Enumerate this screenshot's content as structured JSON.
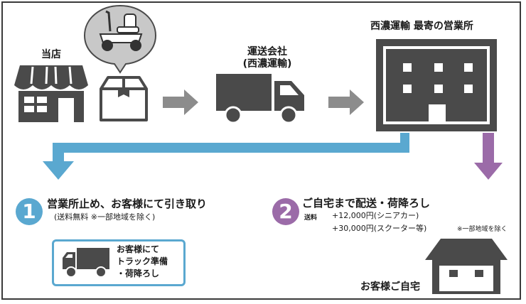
{
  "labels": {
    "store": "当店",
    "carrier_line1": "運送会社",
    "carrier_line2": "(西濃運輸)",
    "depot": "西濃運輸 最寄の営業所",
    "customer_home": "お客様ご自宅"
  },
  "step1": {
    "number": "1",
    "title": "営業所止め、お客様にて引き取り",
    "note": "(送料無料 ※一部地域を除く)",
    "box_line1": "お客様にて",
    "box_line2": "トラック準備",
    "box_line3": "・荷降ろし"
  },
  "step2": {
    "number": "2",
    "title": "ご自宅まで配送・荷降ろし",
    "shipping_label": "送料",
    "price1": "+12,000円(シニアカー)",
    "price2": "+30,000円(スクーター等)",
    "exception_note": "※一部地域を除く"
  },
  "colors": {
    "icon_gray": "#4a4a4a",
    "arrow_gray": "#8c8c8c",
    "blue": "#5aa8d0",
    "purple": "#9b6ba8",
    "bubble_gray": "#c8c8c8"
  },
  "icons": {
    "store": "storefront-icon",
    "scooter": "mobility-scooter-icon",
    "package": "package-box-icon",
    "truck": "delivery-truck-icon",
    "office": "office-building-icon",
    "home": "house-icon"
  }
}
